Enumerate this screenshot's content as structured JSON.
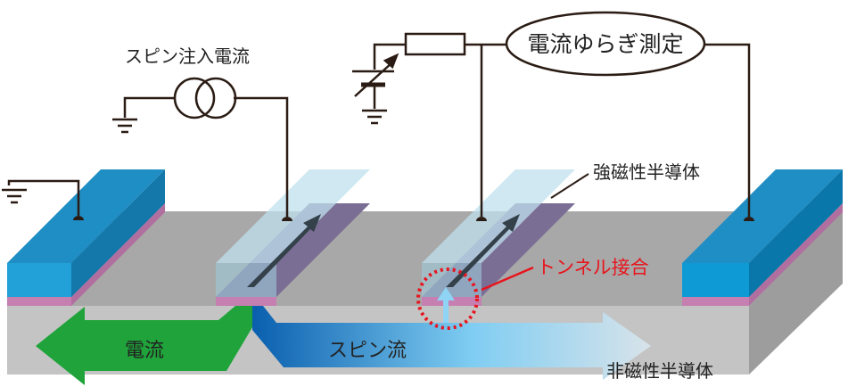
{
  "labels": {
    "spin_injection_current": "スピン注入電流",
    "current_noise_measurement": "電流ゆらぎ測定",
    "ferromagnetic_semiconductor": "強磁性半導体",
    "tunnel_junction": "トンネル接合",
    "current": "電流",
    "spin_current": "スピン流",
    "nonmagnetic_semiconductor": "非磁性半導体"
  },
  "colors": {
    "electrode_blue": "#1a8fc8",
    "ferromagnet_purple": "#7e6f95",
    "insulator_pink": "#c57fb0",
    "substrate_gray": "#a9a9a9",
    "current_arrow": "#1fa33a",
    "spin_arrow_start": "#0a63b3",
    "spin_arrow_end": "#d6e2ea",
    "tunnel_marker": "#e8141c"
  }
}
